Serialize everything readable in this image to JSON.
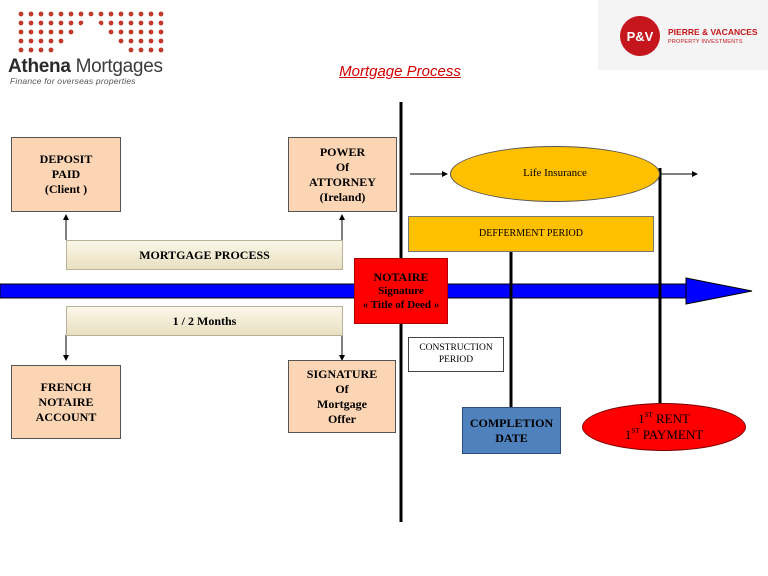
{
  "logos": {
    "athena_name_bold": "Athena",
    "athena_name_rest": " Mortgages",
    "athena_tagline": "Finance for overseas properties",
    "pv_monogram": "P&V",
    "pv_name": "PIERRE & VACANCES",
    "pv_sub": "PROPERTY INVESTMENTS"
  },
  "title": "Mortgage Process",
  "boxes": {
    "deposit": [
      "DEPOSIT",
      "PAID",
      "(Client )"
    ],
    "power": [
      "POWER",
      "Of",
      "ATTORNEY",
      "(Ireland)"
    ],
    "mortgage_process": "MORTGAGE PROCESS",
    "months": "1 / 2 Months",
    "french_notaire": [
      "FRENCH",
      "NOTAIRE",
      "ACCOUNT"
    ],
    "signature": [
      "SIGNATURE",
      "Of",
      "Mortgage",
      "Offer"
    ],
    "notaire": [
      "NOTAIRE",
      "Signature",
      "« Title of Deed »"
    ],
    "life_insurance": "Life Insurance",
    "defferment": "DEFFERMENT PERIOD",
    "construction": [
      "CONSTRUCTION",
      "PERIOD"
    ],
    "completion": [
      "COMPLETION",
      "DATE"
    ],
    "rent": {
      "line1_num": "1",
      "line1_sup": "ST",
      "line1_text": " RENT",
      "line2_num": "1",
      "line2_sup": "ST",
      "line2_text": " PAYMENT"
    }
  },
  "colors": {
    "tan": "#fcd5b4",
    "gold": "#ffc000",
    "red": "#ff0000",
    "blue_arrow": "#0000ff",
    "completion_blue": "#4f81bd",
    "title_red": "#d40000"
  }
}
